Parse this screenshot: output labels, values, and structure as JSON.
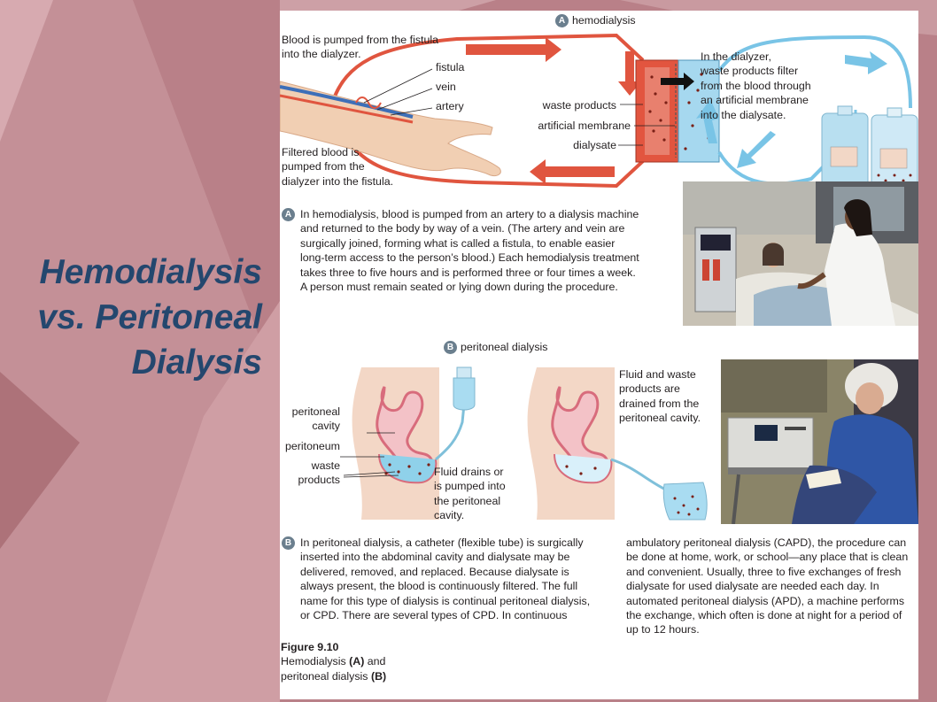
{
  "slide_title": {
    "line1": "Hemodialysis",
    "line2": "vs. Peritoneal",
    "line3": "Dialysis"
  },
  "part_a": {
    "badge": "A",
    "heading": "hemodialysis",
    "pumped_from_fistula": [
      "Blood is pumped from the fistula",
      "into the dialyzer."
    ],
    "labels": {
      "fistula": "fistula",
      "vein": "vein",
      "artery": "artery",
      "waste_products": "waste products",
      "artificial_membrane": "artificial membrane",
      "dialysate": "dialysate"
    },
    "filtered_blood": [
      "Filtered blood is",
      "pumped from the",
      "dialyzer into the fistula."
    ],
    "dialyzer_note": [
      "In the dialyzer,",
      "waste products filter",
      "from the blood through",
      "an artificial membrane",
      "into the dialysate."
    ],
    "description": [
      "In hemodialysis, blood is pumped from an artery to a dialysis machine",
      "and returned to the body by way of a vein. (The artery and vein are",
      "surgically joined, forming what is called a fistula, to enable easier",
      "long-term access to the person’s blood.) Each hemodialysis treatment",
      "takes three to five hours and is performed three or four times a week.",
      "A person must remain seated or lying down during the procedure."
    ]
  },
  "part_b": {
    "badge": "B",
    "heading": "peritoneal dialysis",
    "labels": {
      "peritoneal_cavity": [
        "peritoneal",
        "cavity"
      ],
      "peritoneum": "peritoneum",
      "waste_products": [
        "waste",
        "products"
      ]
    },
    "fluid_drains": [
      "Fluid drains or",
      "is pumped into",
      "the peritoneal",
      "cavity."
    ],
    "fluid_and_waste": [
      "Fluid and waste",
      "products are",
      "drained from the",
      "peritoneal cavity."
    ],
    "description_left": [
      "In peritoneal dialysis, a catheter (flexible tube) is surgically",
      "inserted into the abdominal cavity and dialysate may be",
      "delivered, removed, and replaced. Because dialysate is",
      "always present, the blood is continuously filtered. The full",
      "name for this type of dialysis is continual peritoneal dialysis,",
      "or CPD. There are several types of CPD. In continuous"
    ],
    "description_right": [
      "ambulatory peritoneal dialysis (CAPD), the procedure can",
      "be done at home, work, or school—any place that is clean",
      "and convenient. Usually, three to five exchanges of fresh",
      "dialysate for used dialysate are needed each day. In",
      "automated peritoneal dialysis (APD), a machine performs",
      "the exchange, which often is done at night for a period of",
      "up to 12 hours."
    ]
  },
  "figure": {
    "number": "Figure 9.10",
    "line1_text": "Hemodialysis ",
    "line1_bold": "(A)",
    "line1_after": " and",
    "line2_text": "peritoneal dialysis ",
    "line2_bold": "(B)"
  },
  "colors": {
    "title": "#24476e",
    "blood": "#e0553f",
    "dialysate": "#79c4e6",
    "background": "#b97f86"
  }
}
